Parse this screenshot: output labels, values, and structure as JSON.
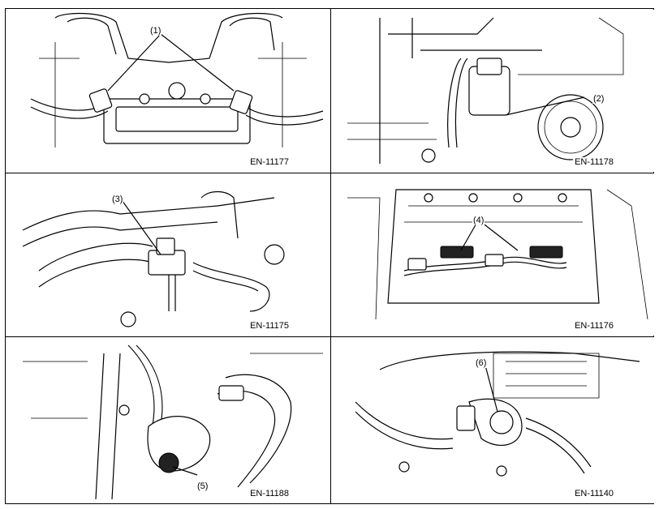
{
  "panels": [
    {
      "figure_code": "EN-11177",
      "callouts": [
        "(1)"
      ]
    },
    {
      "figure_code": "EN-11178",
      "callouts": [
        "(2)"
      ]
    },
    {
      "figure_code": "EN-11175",
      "callouts": [
        "(3)"
      ]
    },
    {
      "figure_code": "EN-11176",
      "callouts": [
        "(4)"
      ]
    },
    {
      "figure_code": "EN-11188",
      "callouts": [
        "(5)"
      ]
    },
    {
      "figure_code": "EN-11140",
      "callouts": [
        "(6)"
      ]
    }
  ]
}
